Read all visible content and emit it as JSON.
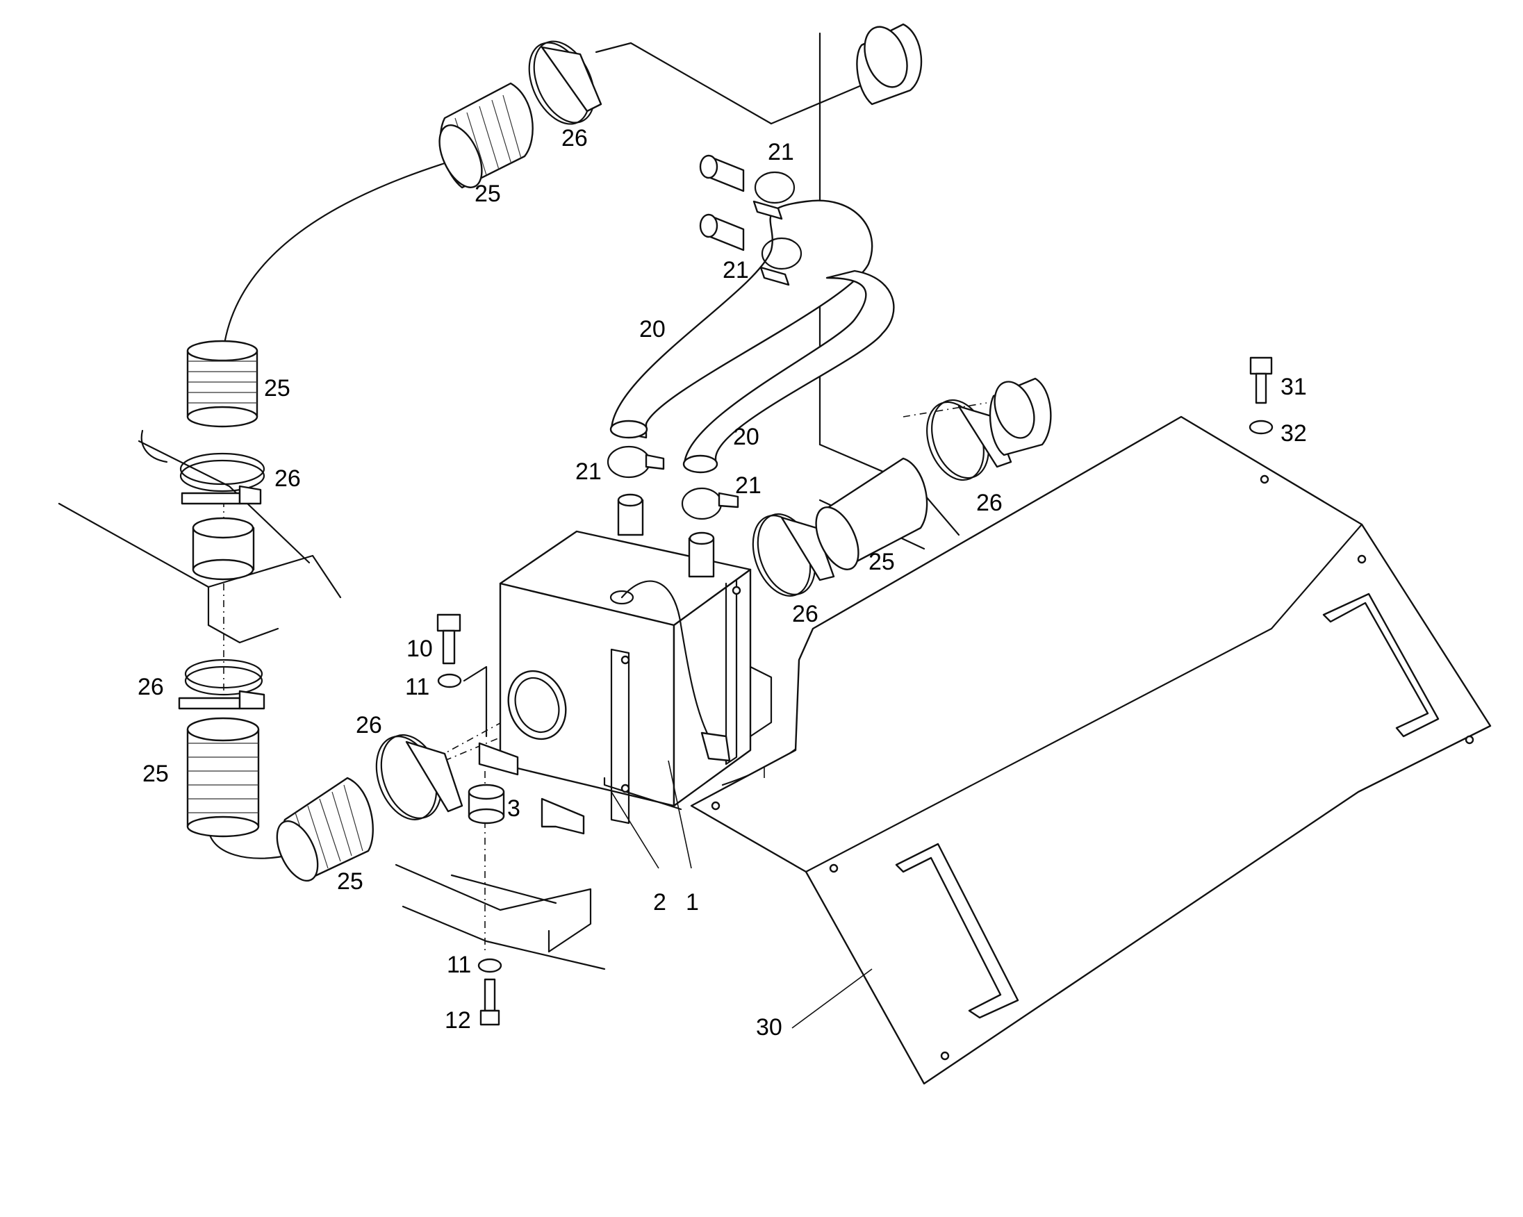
{
  "callouts": {
    "c1": "1",
    "c2": "2",
    "c3": "3",
    "c10": "10",
    "c11a": "11",
    "c11b": "11",
    "c12": "12",
    "c20a": "20",
    "c20b": "20",
    "c21a": "21",
    "c21b": "21",
    "c21c": "21",
    "c21d": "21",
    "c25a": "25",
    "c25b": "25",
    "c25c": "25",
    "c25d": "25",
    "c25e": "25",
    "c26a": "26",
    "c26b": "26",
    "c26c": "26",
    "c26d": "26",
    "c26e": "26",
    "c26f": "26",
    "c30": "30",
    "c31": "31",
    "c32": "32"
  }
}
